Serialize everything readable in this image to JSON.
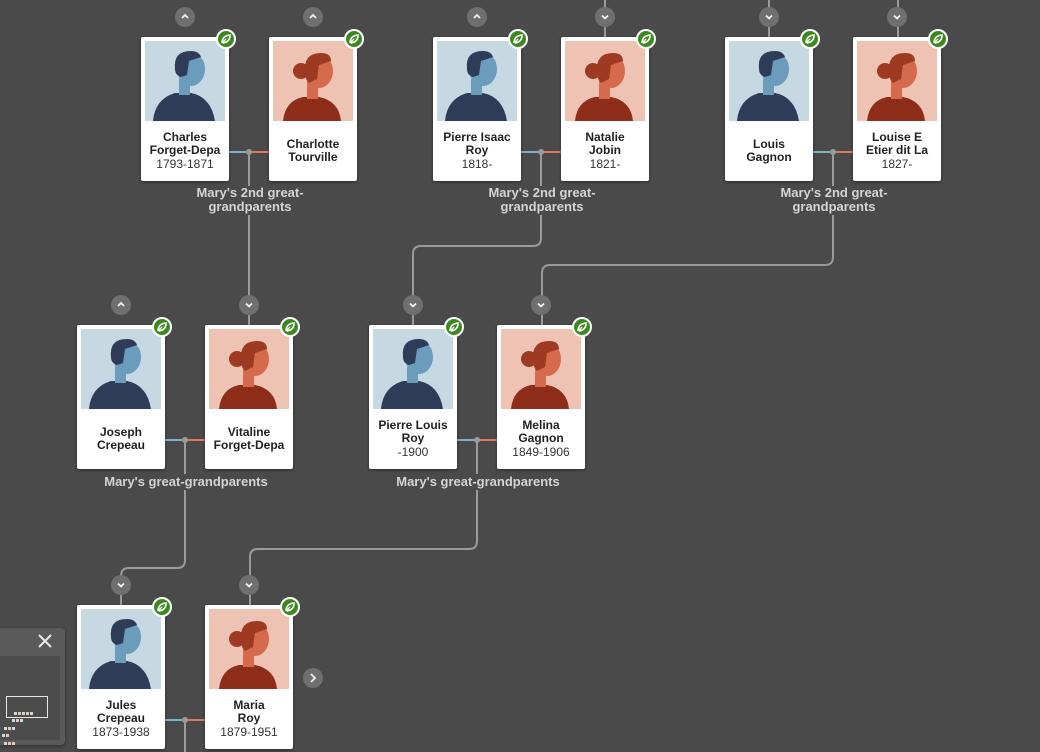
{
  "people": [
    {
      "id": "charles",
      "name": "Charles\nForget-Depa",
      "lifespan": "1793-1871",
      "gender": "male",
      "nav": "up"
    },
    {
      "id": "charlotte",
      "name": "Charlotte\nTourville",
      "lifespan": "",
      "gender": "female",
      "nav": "up"
    },
    {
      "id": "pierre-isaac",
      "name": "Pierre Isaac\nRoy",
      "lifespan": "1818-",
      "gender": "male",
      "nav": "up"
    },
    {
      "id": "natalie",
      "name": "Natalie\nJobin",
      "lifespan": "1821-",
      "gender": "female",
      "nav": "down"
    },
    {
      "id": "louis",
      "name": "Louis\nGagnon",
      "lifespan": "",
      "gender": "male",
      "nav": "down"
    },
    {
      "id": "louise",
      "name": "Louise E\nEtier dit La",
      "lifespan": "1827-",
      "gender": "female",
      "nav": "down"
    },
    {
      "id": "joseph",
      "name": "Joseph\nCrepeau",
      "lifespan": "",
      "gender": "male",
      "nav": "up"
    },
    {
      "id": "vitaline",
      "name": "Vitaline\nForget-Depa",
      "lifespan": "",
      "gender": "female",
      "nav": "down"
    },
    {
      "id": "pierre-louis",
      "name": "Pierre Louis\nRoy",
      "lifespan": "-1900",
      "gender": "male",
      "nav": "down"
    },
    {
      "id": "melina",
      "name": "Melina\nGagnon",
      "lifespan": "1849-1906",
      "gender": "female",
      "nav": "down"
    },
    {
      "id": "jules",
      "name": "Jules\nCrepeau",
      "lifespan": "1873-1938",
      "gender": "male",
      "nav": "down"
    },
    {
      "id": "maria",
      "name": "Maria\nRoy",
      "lifespan": "1879-1951",
      "gender": "female",
      "nav": "down"
    }
  ],
  "captions": [
    "Mary's 2nd great-\ngrandparents",
    "Mary's 2nd great-\ngrandparents",
    "Mary's 2nd great-\ngrandparents",
    "Mary's great-grandparents",
    "Mary's great-grandparents"
  ],
  "icons": {
    "hint": "leaf-icon",
    "expand_up": "chevron-up-icon",
    "expand_down": "chevron-down-icon",
    "next": "chevron-right-icon",
    "minimap_close": "close-icon"
  },
  "colors": {
    "background": "#4a4a4a",
    "male_portrait_bg": "#c6d9e3",
    "female_portrait_bg": "#efc3b4",
    "hint_green": "#3c8a1f",
    "male_line": "#7ab0d0",
    "female_line": "#e07a5f",
    "caption_text": "#d4d4d4"
  }
}
